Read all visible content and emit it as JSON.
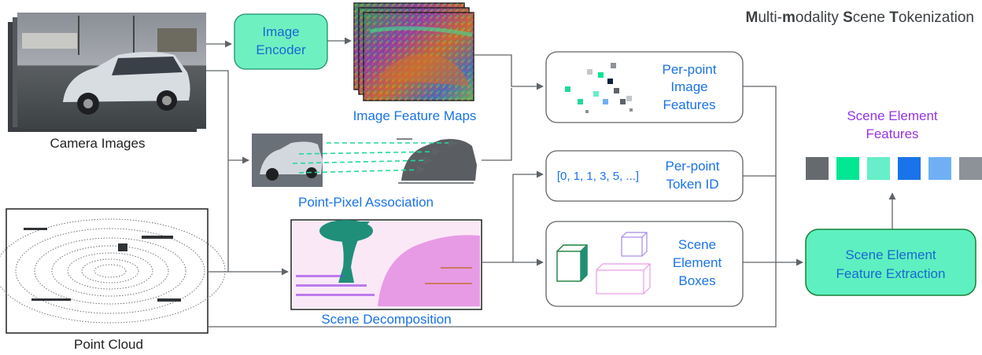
{
  "title": {
    "text": "Multi-modality Scene Tokenization",
    "segments": [
      {
        "text": "M",
        "bold": true
      },
      {
        "text": "ulti-",
        "bold": false
      },
      {
        "text": "m",
        "bold": true
      },
      {
        "text": "odality ",
        "bold": false
      },
      {
        "text": "S",
        "bold": true
      },
      {
        "text": "cene ",
        "bold": false
      },
      {
        "text": "T",
        "bold": true
      },
      {
        "text": "okenization",
        "bold": false
      }
    ]
  },
  "inputs": {
    "camera_images": "Camera Images",
    "point_cloud": "Point Cloud"
  },
  "encoder": {
    "line1": "Image",
    "line2": "Encoder"
  },
  "intermediates": {
    "feature_maps": "Image Feature Maps",
    "point_pixel": "Point-Pixel Association",
    "scene_decomposition": "Scene Decomposition"
  },
  "outputs": {
    "per_point_image_features": [
      "Per-point",
      "Image",
      "Features"
    ],
    "per_point_token_id": [
      "Per-point",
      "Token ID"
    ],
    "token_ids_example": "[0, 1, 1, 3, 5, ...]",
    "scene_element_boxes": [
      "Scene",
      "Element",
      "Boxes"
    ]
  },
  "extraction": {
    "line1": "Scene Element",
    "line2": "Feature Extraction"
  },
  "features": {
    "label_line1": "Scene Element",
    "label_line2": "Features",
    "swatches": [
      "#666a6e",
      "#00e693",
      "#66efc8",
      "#1a73e8",
      "#6fb0f5",
      "#8c9297"
    ]
  },
  "colors": {
    "accent_blue": "#1a73e8",
    "accent_green": "#5ef0c0",
    "accent_purple": "#9334e6",
    "edge_gray": "#5f6368"
  }
}
